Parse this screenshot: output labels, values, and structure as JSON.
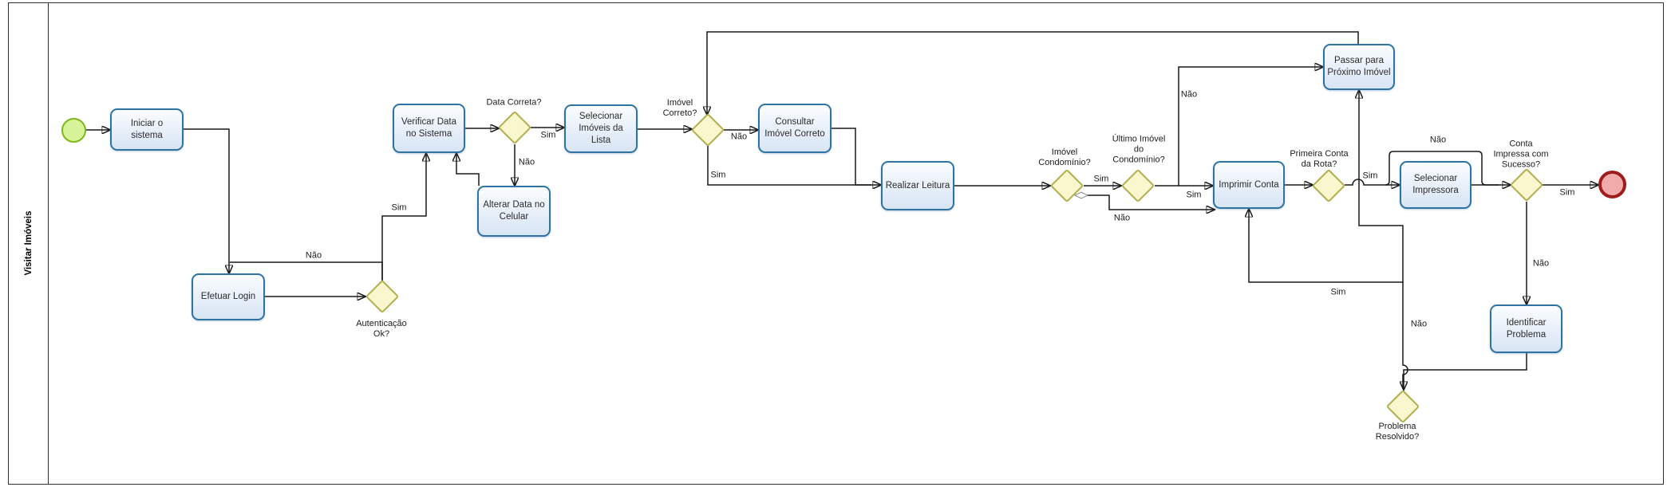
{
  "diagram": {
    "lane_title": "Visitar Imóveis",
    "colors": {
      "task_border": "#2e73a1",
      "task_fill": "#e7effa",
      "gateway_border": "#b1b050",
      "gateway_fill": "#faf6cd",
      "start_border": "#7fb718",
      "start_fill": "#d7f49b",
      "end_border": "#9e1c1c",
      "end_fill": "#f0abab",
      "line": "#191919"
    }
  },
  "nodes": {
    "iniciar": {
      "label": "Iniciar o\nsistema"
    },
    "efetuar": {
      "label": "Efetuar Login"
    },
    "aut_ok": {
      "label": "Autenticação\nOk?"
    },
    "verificar": {
      "label": "Verificar Data\nno Sistema"
    },
    "data_correta": {
      "label": "Data Correta?"
    },
    "alterar": {
      "label": "Alterar Data no\nCelular"
    },
    "sel_imoveis": {
      "label": "Selecionar\nImóveis da\nLista"
    },
    "imovel_correto": {
      "label": "Imóvel\nCorreto?"
    },
    "consultar": {
      "label": "Consultar\nImóvel Correto"
    },
    "realizar": {
      "label": "Realizar Leitura"
    },
    "imovel_cond": {
      "label": "Imóvel\nCondomínio?"
    },
    "ultimo_imovel": {
      "label": "Último Imóvel\ndo\nCondomínio?"
    },
    "imprimir": {
      "label": "Imprimir Conta"
    },
    "primeira_conta": {
      "label": "Primeira Conta\nda Rota?"
    },
    "passar": {
      "label": "Passar para\nPróximo Imóvel"
    },
    "sel_impressora": {
      "label": "Selecionar\nImpressora"
    },
    "conta_impressa": {
      "label": "Conta\nImpressa com\nSucesso?"
    },
    "identificar": {
      "label": "Identificar\nProblema"
    },
    "problema_res": {
      "label": "Problema\nResolvido?"
    }
  },
  "edge_labels": {
    "aut_nao": "Não",
    "aut_sim": "Sim",
    "data_sim": "Sim",
    "data_nao": "Não",
    "correto_nao": "Não",
    "correto_sim": "Sim",
    "cond_sim": "Sim",
    "cond_nao": "Não",
    "ultimo_sim": "Sim",
    "ultimo_nao": "Não",
    "primeira_sim": "Sim",
    "primeira_nao": "Não",
    "impressa_sim": "Sim",
    "impressa_nao": "Não",
    "problema_sim": "Sim",
    "problema_nao": "Não"
  }
}
